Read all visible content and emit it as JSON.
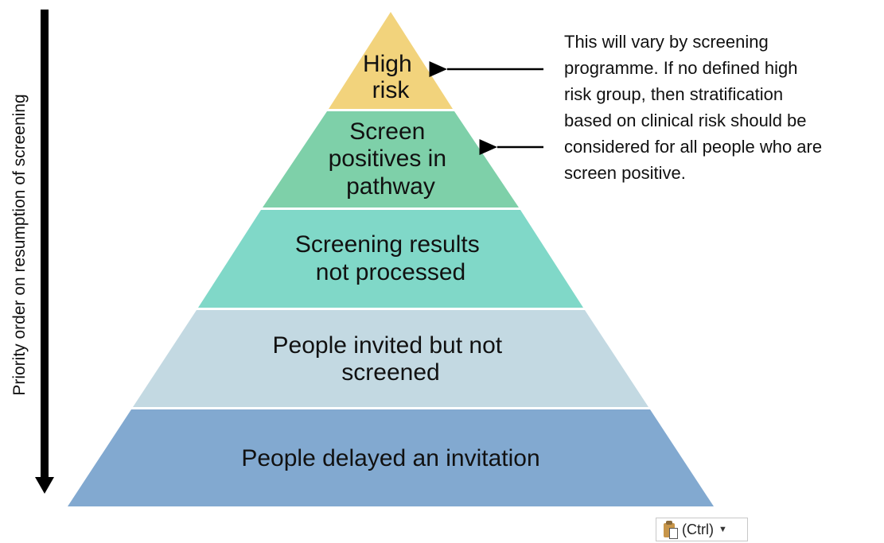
{
  "axis": {
    "label": "Priority order on resumption of screening"
  },
  "pyramid": {
    "tiers": [
      {
        "lines": [
          "High",
          "risk"
        ],
        "color": "#f2d37c"
      },
      {
        "lines": [
          "Screen",
          "positives in",
          "pathway"
        ],
        "color": "#7ed0a9"
      },
      {
        "lines": [
          "Screening results",
          "not processed"
        ],
        "color": "#80d8c8"
      },
      {
        "lines": [
          "People invited but not",
          "screened"
        ],
        "color": "#c3d9e2"
      },
      {
        "lines": [
          "People delayed an invitation"
        ],
        "color": "#82a9d0"
      }
    ]
  },
  "note": {
    "lines": [
      "This will vary by screening",
      "programme. If no defined high",
      "risk group, then stratification",
      "based on clinical risk should be",
      "considered for all people who are",
      "screen positive."
    ]
  },
  "paste_options": {
    "label": "(Ctrl)",
    "icon": "clipboard-icon"
  }
}
